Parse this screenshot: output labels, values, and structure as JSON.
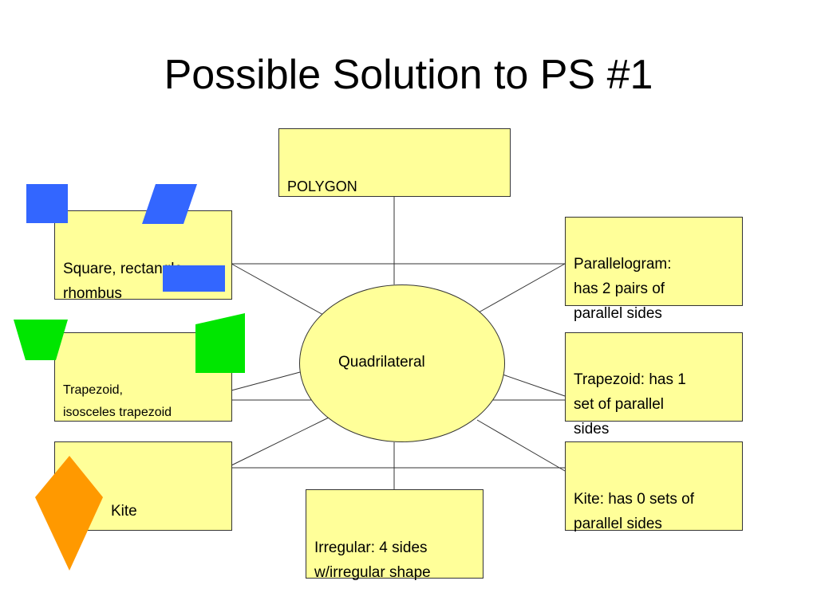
{
  "title": "Possible Solution to PS #1",
  "center": {
    "label": "Quadrilateral"
  },
  "boxes": {
    "polygon": "POLYGON",
    "square": "Square, rectangle,\nrhombus",
    "trap_left": "Trapezoid,\nisosceles trapezoid",
    "kite_left": "Kite",
    "parallelogram": "Parallelogram:\nhas 2 pairs of\nparallel sides",
    "trap_right": "Trapezoid: has 1\nset of parallel\nsides",
    "kite_right": "Kite: has 0 sets of\nparallel sides",
    "irregular": "Irregular: 4 sides\nw/irregular shape"
  },
  "colors": {
    "box_fill": "#ffff99",
    "blue": "#3366ff",
    "green": "#00e600",
    "orange": "#ff9900"
  }
}
